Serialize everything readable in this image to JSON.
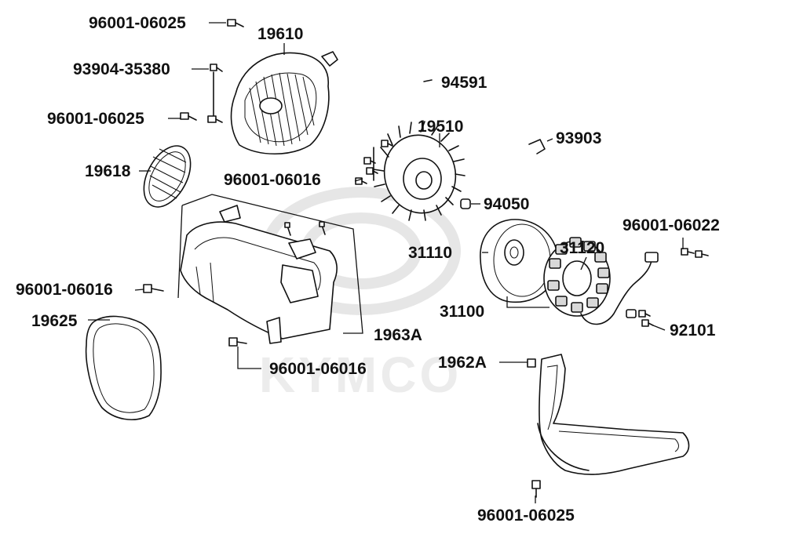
{
  "watermark": {
    "brand": "KYMCO"
  },
  "parts": [
    {
      "id": "p01",
      "number": "96001-06025"
    },
    {
      "id": "p02",
      "number": "19610"
    },
    {
      "id": "p03",
      "number": "93904-35380"
    },
    {
      "id": "p04",
      "number": "94591"
    },
    {
      "id": "p05",
      "number": "96001-06025"
    },
    {
      "id": "p06",
      "number": "19510"
    },
    {
      "id": "p07",
      "number": "93903"
    },
    {
      "id": "p08",
      "number": "19618"
    },
    {
      "id": "p09",
      "number": "96001-06016"
    },
    {
      "id": "p10",
      "number": "94050"
    },
    {
      "id": "p11",
      "number": "96001-06022"
    },
    {
      "id": "p12",
      "number": "31110"
    },
    {
      "id": "p13",
      "number": "31120"
    },
    {
      "id": "p14",
      "number": "96001-06016"
    },
    {
      "id": "p15",
      "number": "31100"
    },
    {
      "id": "p16",
      "number": "19625"
    },
    {
      "id": "p17",
      "number": "92101"
    },
    {
      "id": "p18",
      "number": "1963A"
    },
    {
      "id": "p19",
      "number": "1962A"
    },
    {
      "id": "p20",
      "number": "96001-06016"
    },
    {
      "id": "p21",
      "number": "96001-06025"
    }
  ]
}
